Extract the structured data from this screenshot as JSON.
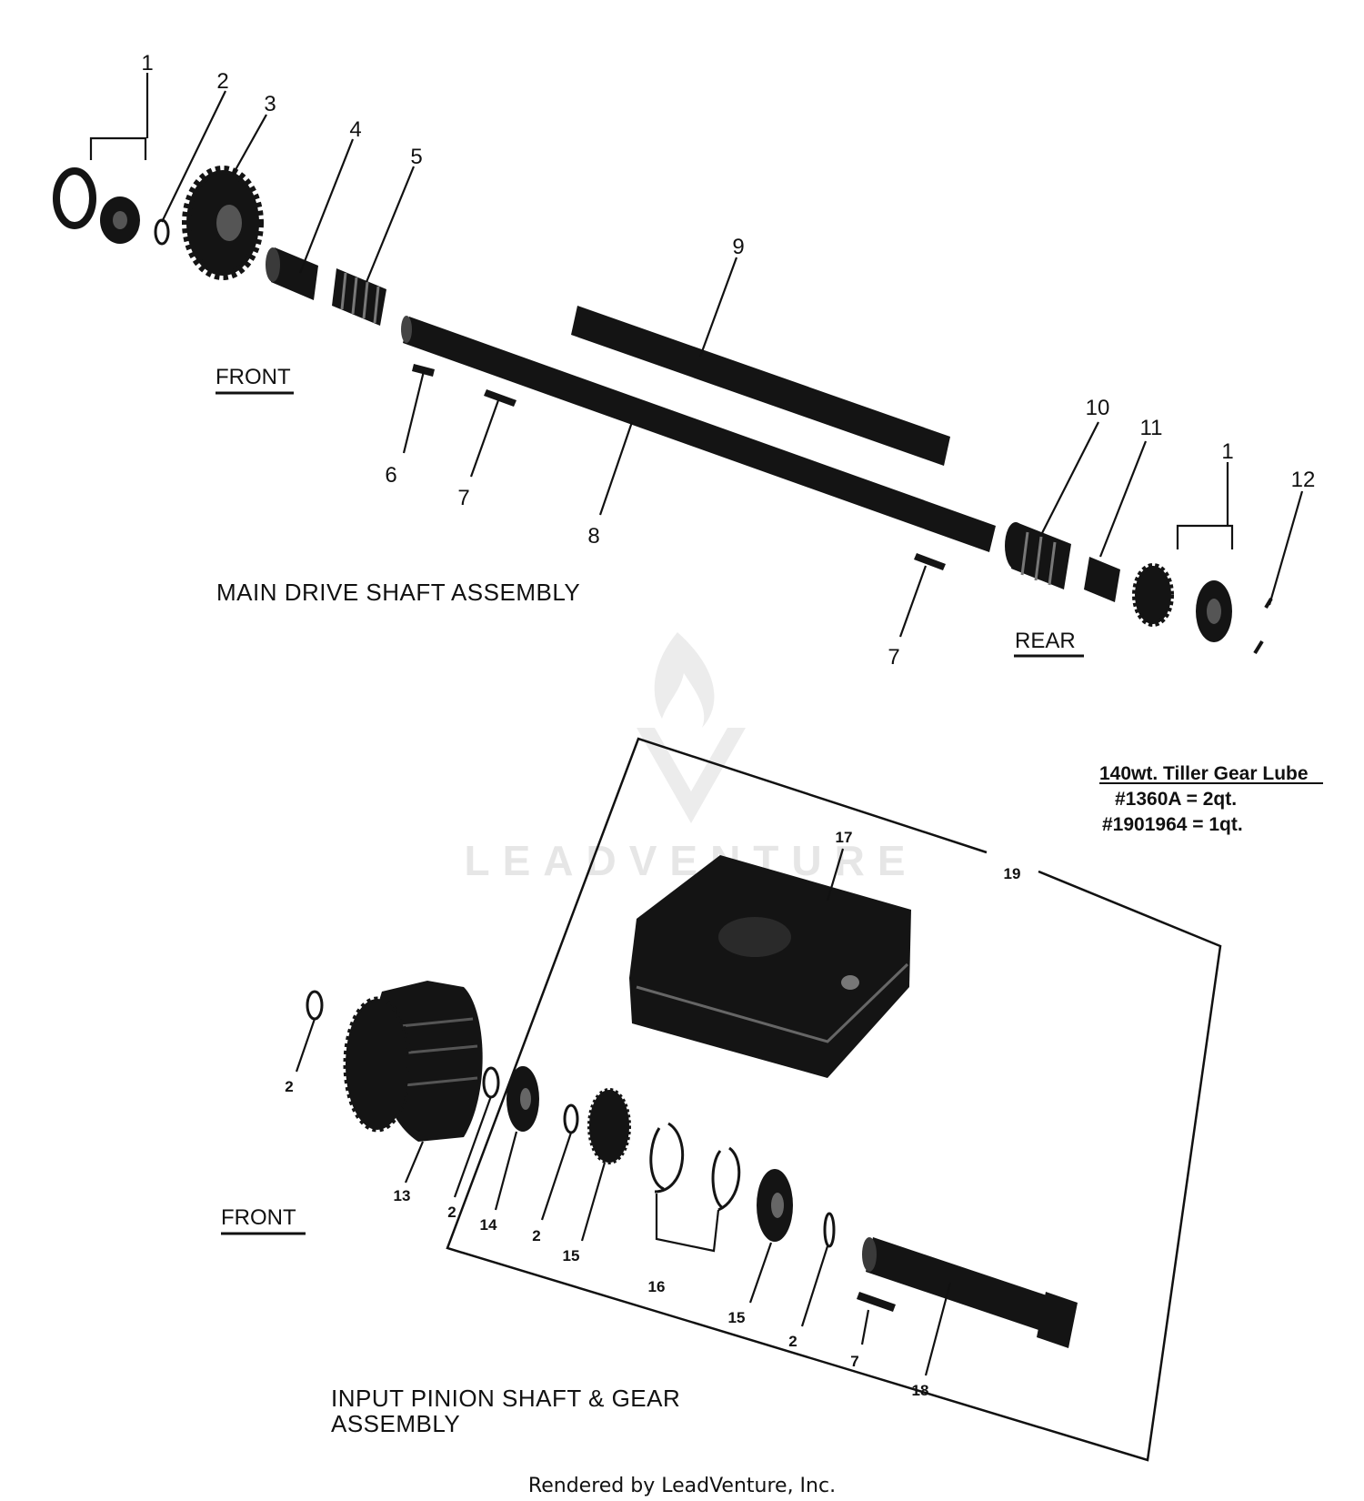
{
  "sections": {
    "main_drive": {
      "title": "MAIN DRIVE SHAFT ASSEMBLY",
      "front_label": "FRONT",
      "rear_label": "REAR"
    },
    "input_pinion": {
      "title_line1": "INPUT PINION SHAFT & GEAR",
      "title_line2": "ASSEMBLY",
      "front_label": "FRONT"
    }
  },
  "callouts_main": [
    "1",
    "2",
    "3",
    "4",
    "5",
    "6",
    "7",
    "8",
    "9",
    "7",
    "10",
    "11",
    "1",
    "12"
  ],
  "callouts_pinion": [
    "17",
    "19",
    "2",
    "13",
    "2",
    "14",
    "2",
    "15",
    "16",
    "15",
    "2",
    "7",
    "18"
  ],
  "lube_note": {
    "title": "140wt. Tiller Gear Lube",
    "line1": "#1360A = 2qt.",
    "line2": "#1901964 = 1qt."
  },
  "watermark": {
    "text": "LEADVENTURE",
    "color": "#e6e6e6"
  },
  "footer": "Rendered by LeadVenture, Inc."
}
